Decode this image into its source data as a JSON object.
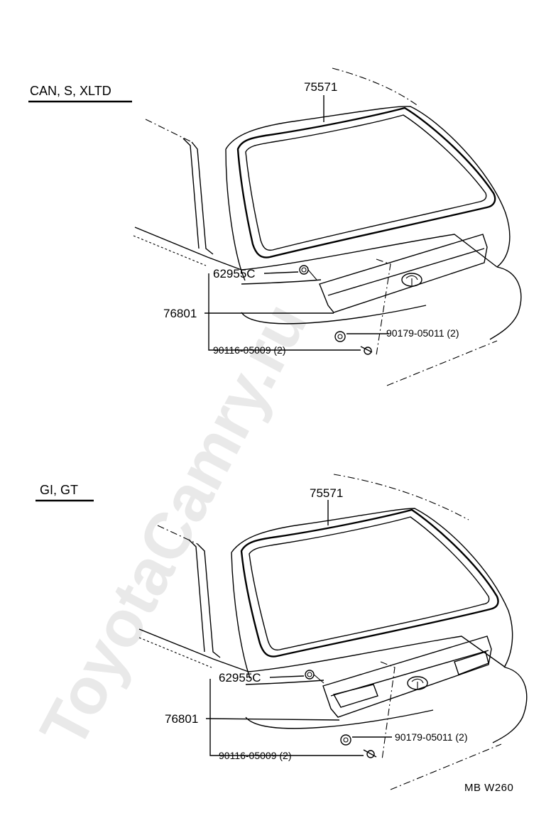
{
  "watermark": "ToyotaCamry.ru",
  "diagram_code": "MB  W260",
  "sections": [
    {
      "variant": "CAN, S, XLTD",
      "parts": {
        "moulding": "75571",
        "clip": "62955C",
        "garnish": "76801",
        "nut": "90179-05011 (2)",
        "screw": "90116-05009 (2)"
      }
    },
    {
      "variant": "GI, GT",
      "parts": {
        "moulding": "75571",
        "clip": "62955C",
        "garnish": "76801",
        "nut": "90179-05011 (2)",
        "screw": "90116-05009 (2)"
      }
    }
  ]
}
